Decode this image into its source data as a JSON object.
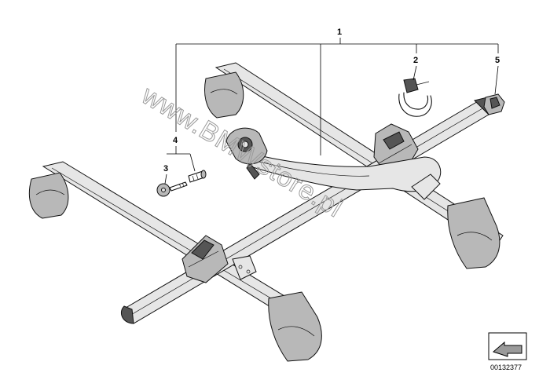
{
  "diagram": {
    "callouts": {
      "c1": "1",
      "c2": "2",
      "c3": "3",
      "c4": "4",
      "c5": "5"
    },
    "watermark": "www.BMWstore.pl",
    "diagram_id": "00132377",
    "icon": "next-page-arrow-icon"
  }
}
